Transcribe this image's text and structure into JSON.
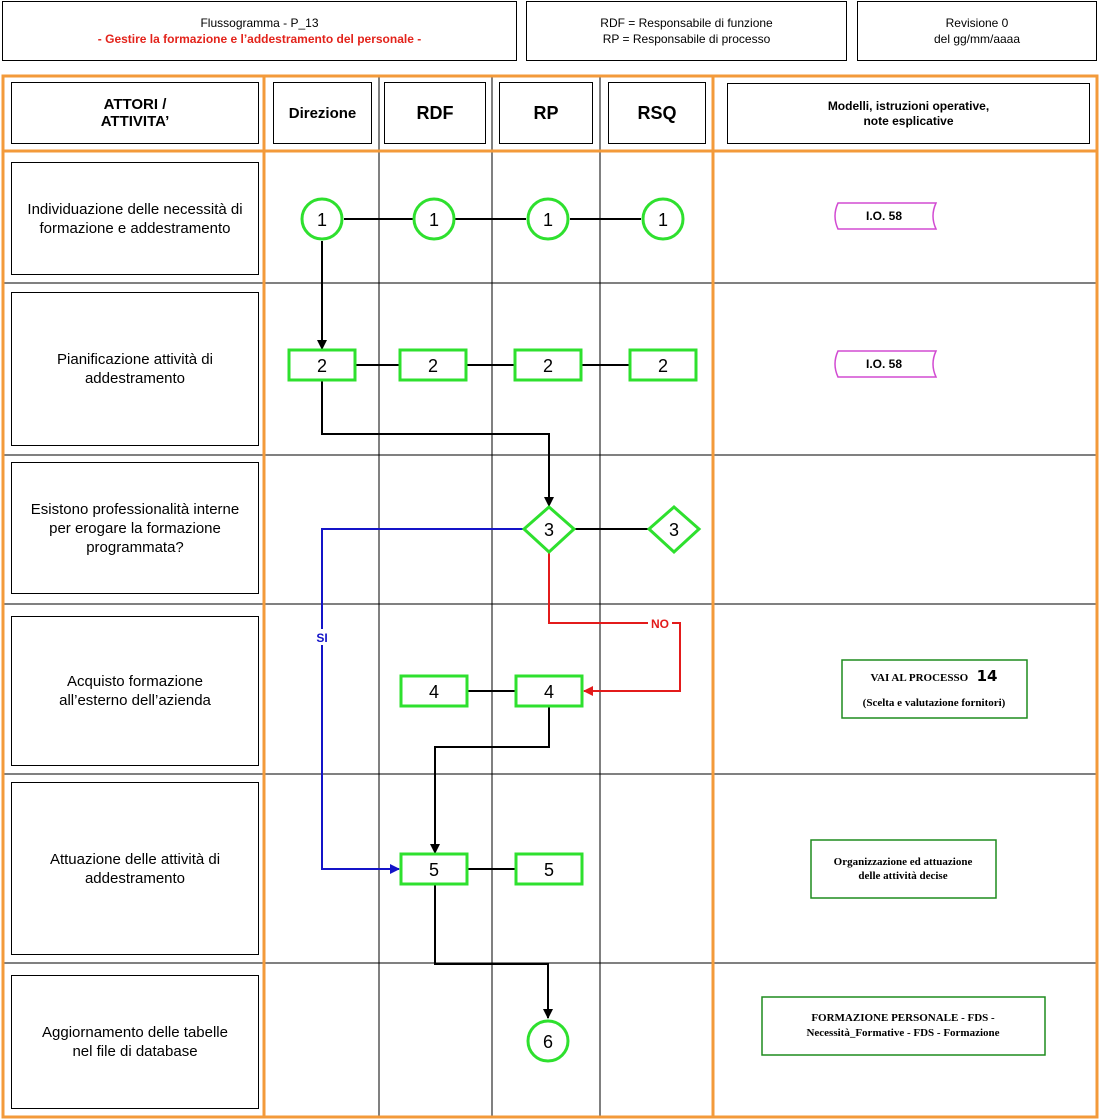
{
  "header": {
    "flowchart_title": "Flussogramma - P_13",
    "flowchart_subtitle": "- Gestire la formazione e l’addestramento del personale -",
    "legend_line1": "RDF = Responsabile di funzione",
    "legend_line2": "RP = Responsabile di processo",
    "revision_line1": "Revisione 0",
    "revision_line2": "del gg/mm/aaaa"
  },
  "columns": {
    "actors_line1": "ATTORI /",
    "actors_line2": "ATTIVITA’",
    "direzione": "Direzione",
    "rdf": "RDF",
    "rp": "RP",
    "rsq": "RSQ",
    "models_line1": "Modelli, istruzioni operative,",
    "models_line2": "note esplicative"
  },
  "rows": [
    {
      "label_line1": "Individuazione delle necessità di",
      "label_line2": "formazione e addestramento",
      "label_line3": ""
    },
    {
      "label_line1": "Pianificazione attività di",
      "label_line2": "addestramento",
      "label_line3": ""
    },
    {
      "label_line1": "Esistono professionalità interne",
      "label_line2": "per erogare la formazione",
      "label_line3": "programmata?"
    },
    {
      "label_line1": "Acquisto formazione",
      "label_line2": "all’esterno dell’azienda",
      "label_line3": ""
    },
    {
      "label_line1": "Attuazione delle attività di",
      "label_line2": "addestramento",
      "label_line3": ""
    },
    {
      "label_line1": "Aggiornamento delle tabelle",
      "label_line2": "nel file di database",
      "label_line3": ""
    }
  ],
  "nodes": {
    "n1": "1",
    "n2": "2",
    "n3": "3",
    "n4": "4",
    "n5": "5",
    "n6": "6"
  },
  "edge_labels": {
    "yes": "SI",
    "no": "NO"
  },
  "documents": {
    "io_row1": "I.O. 58",
    "io_row2": "I.O. 58",
    "process_line1": "VAI AL PROCESSO",
    "process_number": "14",
    "process_line2": "(Scelta e valutazione fornitori)",
    "attuazione_line1": "Organizzazione ed attuazione",
    "attuazione_line2": "delle attività decise",
    "database_line1": "FORMAZIONE PERSONALE - FDS -",
    "database_line2": "Necessità_Formative - FDS - Formazione"
  },
  "colors": {
    "frame_orange": "#f39a3a",
    "node_green": "#2ee02e",
    "io_magenta": "#d24bd2",
    "yes_blue": "#1414c8",
    "no_red": "#e31b1b",
    "doc_green": "#1e8c1e"
  }
}
